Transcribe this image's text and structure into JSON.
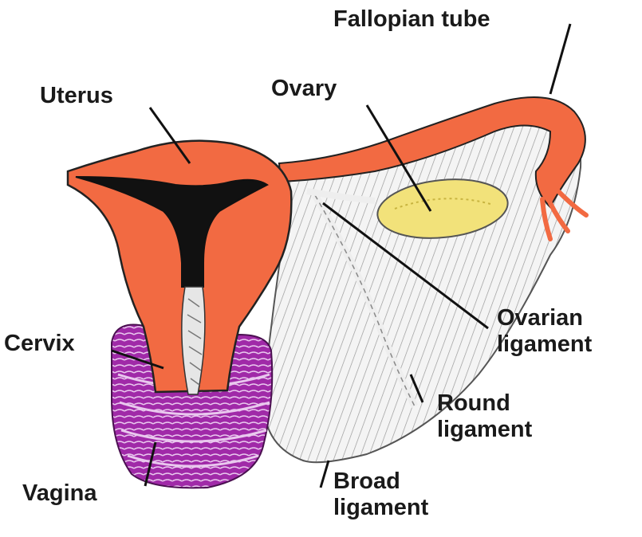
{
  "labels": {
    "fallopian_tube": "Fallopian tube",
    "uterus": "Uterus",
    "ovary": "Ovary",
    "ovarian_ligament_line1": "Ovarian",
    "ovarian_ligament_line2": "ligament",
    "cervix": "Cervix",
    "round_ligament_line1": "Round",
    "round_ligament_line2": "ligament",
    "vagina": "Vagina",
    "broad_ligament_line1": "Broad",
    "broad_ligament_line2": "ligament"
  },
  "colors": {
    "uterus": "#f26a42",
    "fallopian_tube": "#f26a42",
    "ovary": "#f2e27a",
    "vagina": "#a02aa8",
    "broad_ligament": "#d9d9d9",
    "cavity": "#111111",
    "outline": "#222222"
  }
}
